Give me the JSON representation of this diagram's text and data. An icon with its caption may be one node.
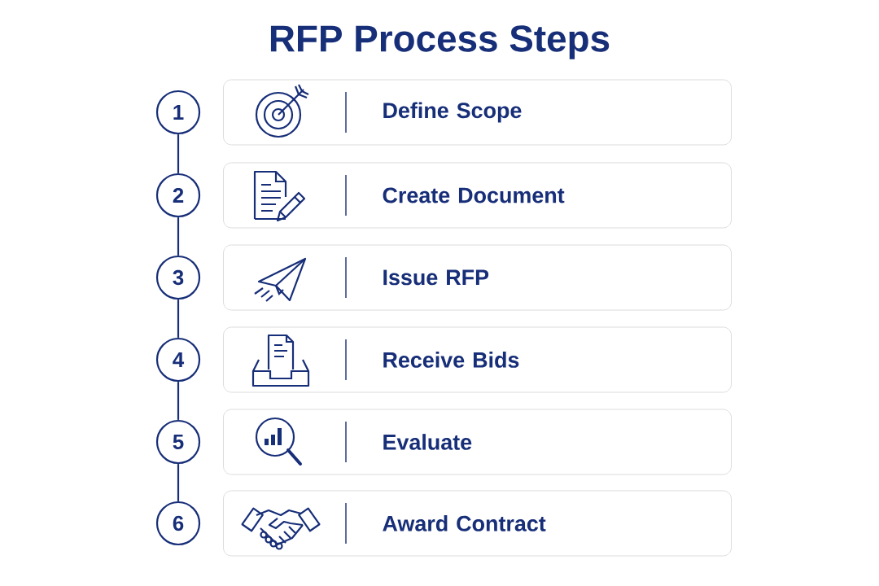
{
  "diagram": {
    "title": "RFP Process Steps",
    "nodes": [
      {
        "text": [
          "1"
        ]
      },
      {
        "text": [
          "Define Scope"
        ]
      },
      {
        "text": [
          "2"
        ]
      },
      {
        "text": [
          "Create Document"
        ]
      },
      {
        "text": [
          "3"
        ]
      },
      {
        "text": [
          "Issue RFP"
        ]
      },
      {
        "text": [
          "4"
        ]
      },
      {
        "text": [
          "Receive Bids"
        ]
      },
      {
        "text": [
          "5"
        ]
      },
      {
        "text": [
          "Evaluate"
        ]
      },
      {
        "text": [
          "6"
        ]
      },
      {
        "text": [
          "Award Contract"
        ]
      }
    ],
    "edges": [
      {
        "from": 0,
        "to": 2,
        "arrow": "none"
      },
      {
        "from": 2,
        "to": 4,
        "arrow": "none"
      },
      {
        "from": 4,
        "to": 6,
        "arrow": "none"
      },
      {
        "from": 6,
        "to": 8,
        "arrow": "none"
      },
      {
        "from": 8,
        "to": 10,
        "arrow": "none"
      }
    ]
  }
}
